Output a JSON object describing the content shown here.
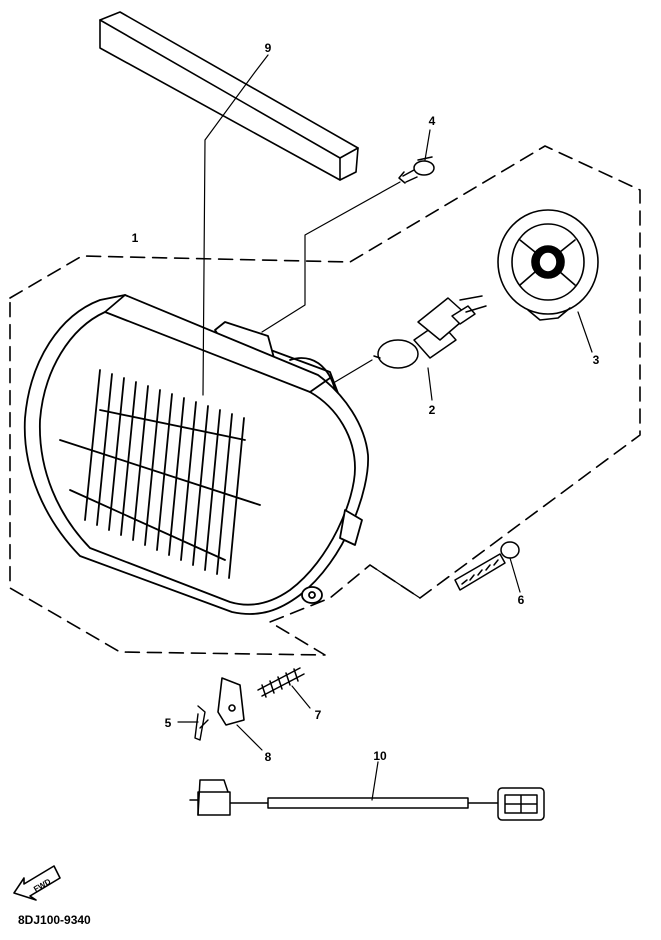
{
  "diagram": {
    "callouts": [
      {
        "id": "1",
        "label": "1"
      },
      {
        "id": "2",
        "label": "2"
      },
      {
        "id": "3",
        "label": "3"
      },
      {
        "id": "4",
        "label": "4"
      },
      {
        "id": "5",
        "label": "5"
      },
      {
        "id": "6",
        "label": "6"
      },
      {
        "id": "7",
        "label": "7"
      },
      {
        "id": "8",
        "label": "8"
      },
      {
        "id": "9",
        "label": "9"
      },
      {
        "id": "10",
        "label": "10"
      }
    ],
    "fwd_label": "FWD",
    "diagram_code": "8DJ100-9340"
  }
}
